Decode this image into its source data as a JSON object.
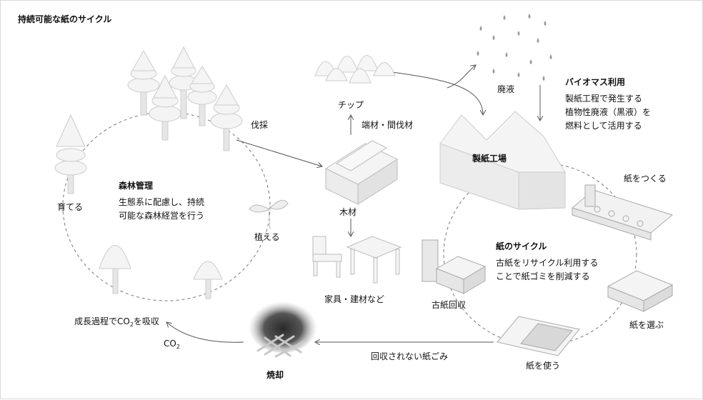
{
  "title": "持続可能な紙のサイクル",
  "forest": {
    "heading": "森林管理",
    "lines": [
      "生態系に配慮し、持続",
      "可能な森林経営を行う"
    ]
  },
  "steps": {
    "grow": "育てる",
    "harvest": "伐採",
    "plant": "植える",
    "timber": "木材",
    "offcuts": "端材・間伐材",
    "chips": "チップ",
    "waste_liquor": "廃液",
    "mill": "製紙工場",
    "furniture": "家具・建材など",
    "make_paper": "紙をつくる",
    "choose_paper": "紙を選ぶ",
    "use_paper": "紙を使う",
    "collect": "古紙回収",
    "unrecovered": "回収されない紙ごみ",
    "incineration": "焼却",
    "co2": "CO",
    "co2_sub": "2",
    "co2_absorb_pre": "成長過程でCO",
    "co2_absorb_sub": "2",
    "co2_absorb_post": "を吸収"
  },
  "biomass": {
    "heading": "バイオマス利用",
    "lines": [
      "製紙工程で発生する",
      "植物性廃液（黒液）を",
      "燃料として活用する"
    ]
  },
  "recycle": {
    "heading": "紙のサイクル",
    "lines": [
      "古紙をリサイクル利用する",
      "ことで紙ゴミを削減する"
    ]
  }
}
